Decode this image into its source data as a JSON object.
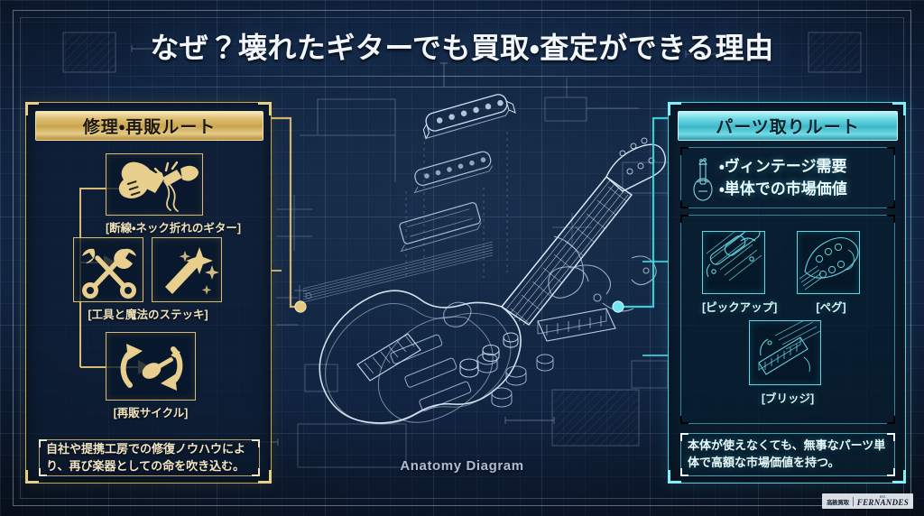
{
  "page": {
    "title": "なぜ？壊れたギターでも買取・査定ができる理由",
    "center_label": "Anatomy Diagram"
  },
  "colors": {
    "background": "#0f2340",
    "gold": "#d8ba72",
    "gold_light": "#f6e9bd",
    "cyan": "#3fd3e0",
    "cyan_light": "#bff4f8",
    "title_text": "#f3f7fc"
  },
  "left_panel": {
    "header": "修理・再販ルート",
    "steps": [
      {
        "caption": "[断線・ネック折れのギター]",
        "icon": "broken-guitar-icon"
      },
      {
        "caption": "[工具と魔法のステッキ]",
        "icon": "tools-icon",
        "icon2": "magic-wand-icon"
      },
      {
        "caption": "[再販サイクル]",
        "icon": "recycle-guitar-icon"
      }
    ],
    "note": "自社や提携工房での修復ノウハウにより、再び楽器としての命を吹き込む。"
  },
  "right_panel": {
    "header": "パーツ取りルート",
    "bullets": [
      "・ヴィンテージ需要",
      "・単体での市場価値"
    ],
    "parts": [
      {
        "caption": "[ピックアップ]",
        "icon": "pickup-blueprint-icon"
      },
      {
        "caption": "[ペグ]",
        "icon": "tuning-peg-blueprint-icon"
      },
      {
        "caption": "[ブリッジ]",
        "icon": "bridge-blueprint-icon"
      }
    ],
    "note": "本体が使えなくても、無事なパーツ単体で高額な市場価値を持つ。"
  },
  "logo": {
    "jp_text": "高級買取",
    "wordmark_top": "est.",
    "wordmark": "FERNANDES"
  }
}
